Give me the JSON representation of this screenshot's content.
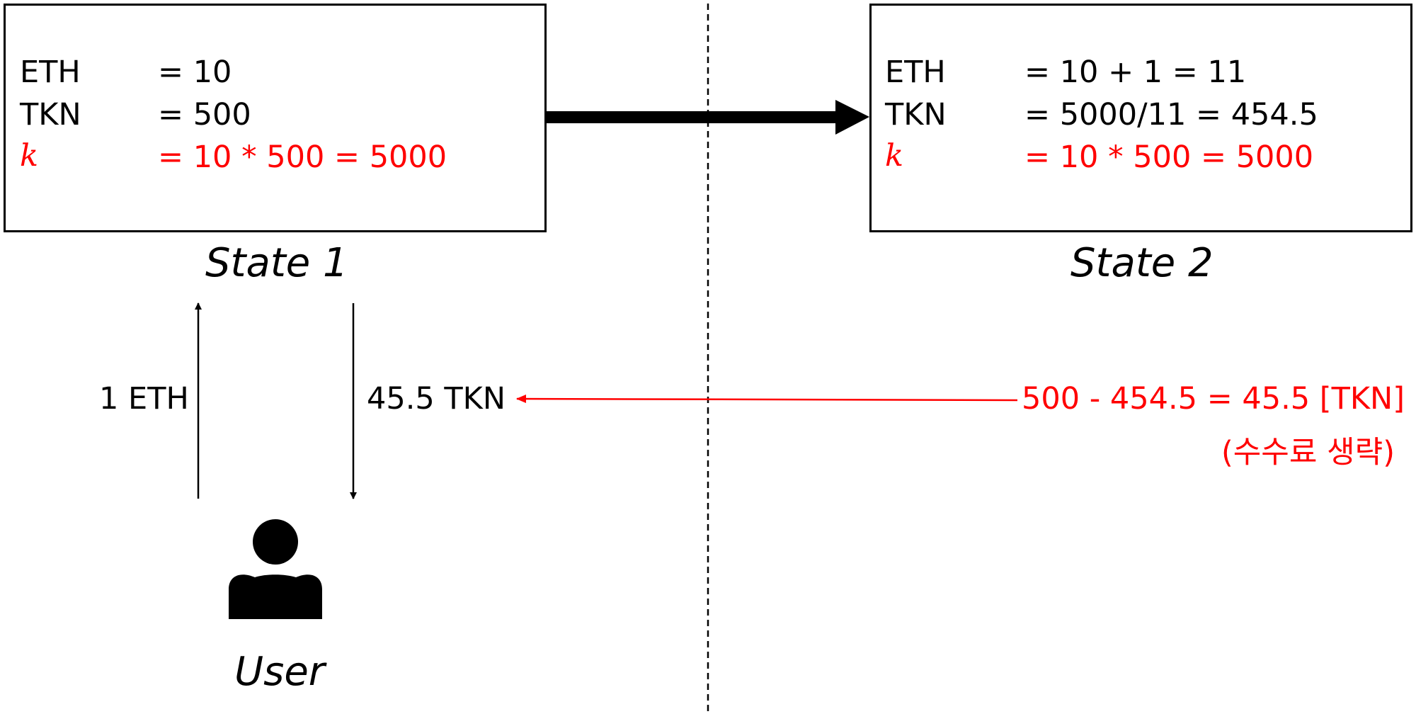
{
  "state1": {
    "rows": [
      {
        "name": "ETH",
        "value": "= 10"
      },
      {
        "name": "TKN",
        "value": "= 500"
      },
      {
        "name": "k",
        "value": "= 10 * 500 = 5000"
      }
    ],
    "caption": "State 1"
  },
  "state2": {
    "rows": [
      {
        "name": "ETH",
        "value": "= 10 + 1 = 11"
      },
      {
        "name": "TKN",
        "value": "= 5000/11 = 454.5"
      },
      {
        "name": "k",
        "value": "= 10 * 500 = 5000"
      }
    ],
    "caption": "State 2"
  },
  "user": {
    "caption": "User",
    "send_label": "1 ETH",
    "receive_label": "45.5 TKN"
  },
  "calculation": {
    "formula": "500 - 454.5 = 45.5 [TKN]",
    "note": "(수수료 생략)"
  },
  "colors": {
    "text": "#000000",
    "highlight": "#ff0000",
    "background": "#ffffff"
  },
  "icons": {
    "user": "person-icon"
  }
}
